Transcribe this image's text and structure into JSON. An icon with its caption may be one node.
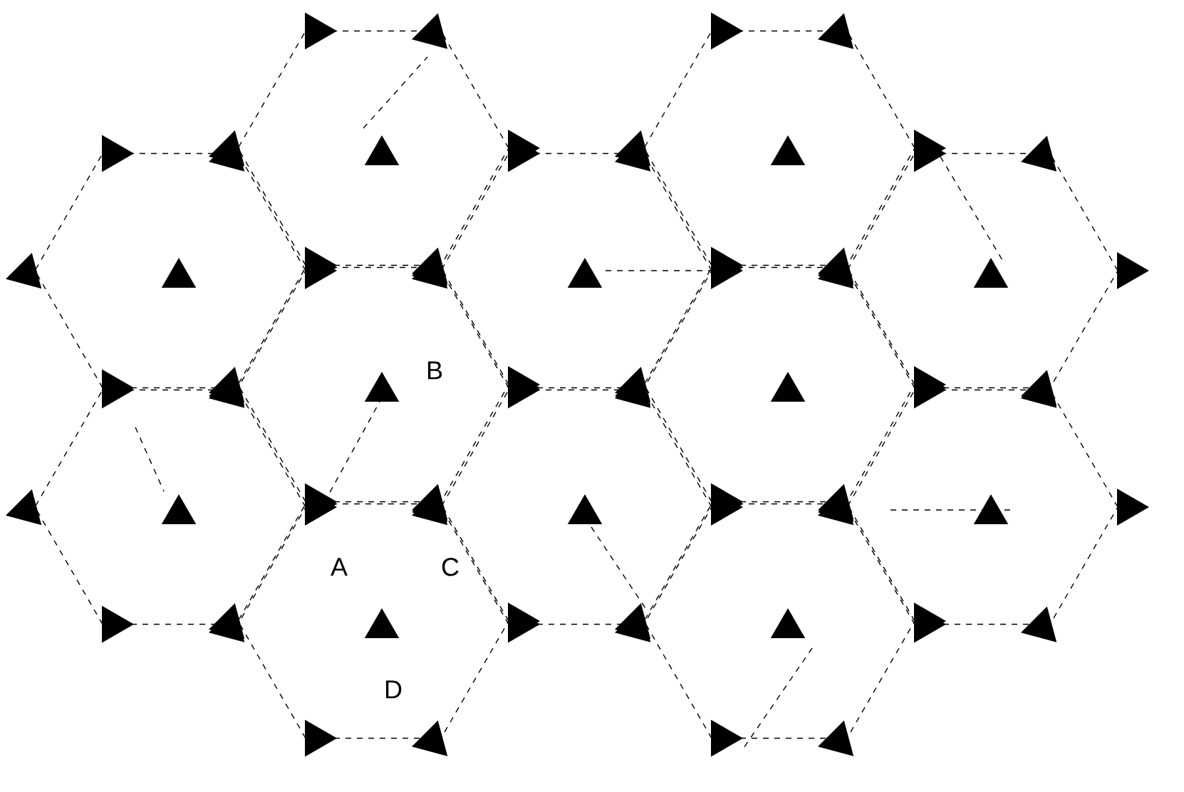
{
  "diagram": {
    "labels": [
      "B",
      "A",
      "C",
      "D"
    ]
  }
}
